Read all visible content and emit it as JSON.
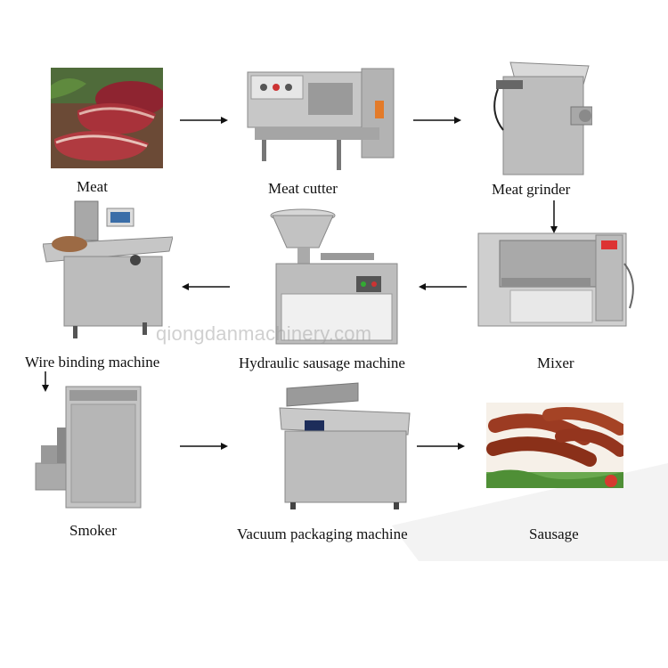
{
  "steps": {
    "meat": "Meat",
    "meat_cutter": "Meat cutter",
    "meat_grinder": "Meat grinder",
    "mixer": "Mixer",
    "hydraulic": "Hydraulic sausage machine",
    "wire_binding": "Wire binding machine",
    "smoker": "Smoker",
    "vacuum": "Vacuum packaging machine",
    "sausage": "Sausage"
  },
  "watermark": "qiongdanmachinery.com",
  "colors": {
    "steel": "#b9b9b9",
    "steel_dark": "#8f8f8f",
    "meat": "#a8323a",
    "sausage": "#9c3b22",
    "arrow": "#111111"
  }
}
